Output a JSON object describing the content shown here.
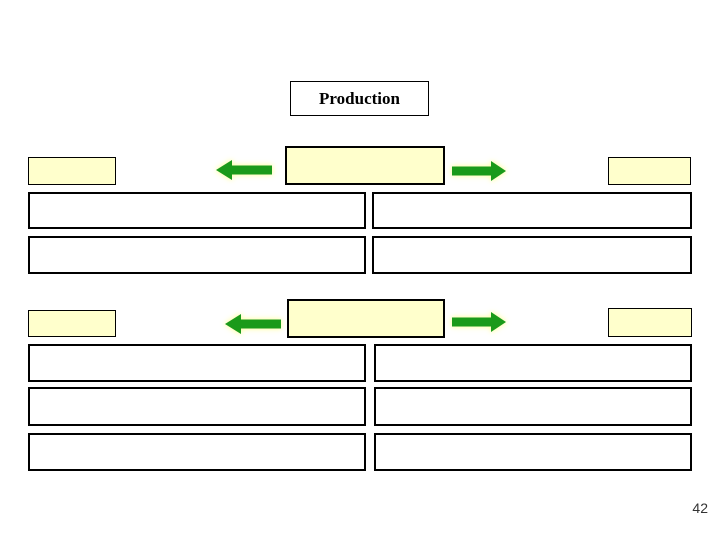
{
  "slide": {
    "title": "Production",
    "page_number": "42"
  },
  "colors": {
    "highlight_fill": "#FFFFCC",
    "arrow_green": "#1A9A1A",
    "border": "#000000",
    "box_fill": "#FFFFFF"
  },
  "diagram": {
    "groups": [
      {
        "name": "production-top",
        "left_box_label": "",
        "center_box_label": "",
        "right_box_label": "",
        "detail_boxes_left": [
          "",
          ""
        ],
        "detail_boxes_right": [
          "",
          ""
        ]
      },
      {
        "name": "production-bottom",
        "left_box_label": "",
        "center_box_label": "",
        "right_box_label": "",
        "detail_boxes_left": [
          "",
          "",
          ""
        ],
        "detail_boxes_right": [
          "",
          "",
          ""
        ]
      }
    ]
  }
}
